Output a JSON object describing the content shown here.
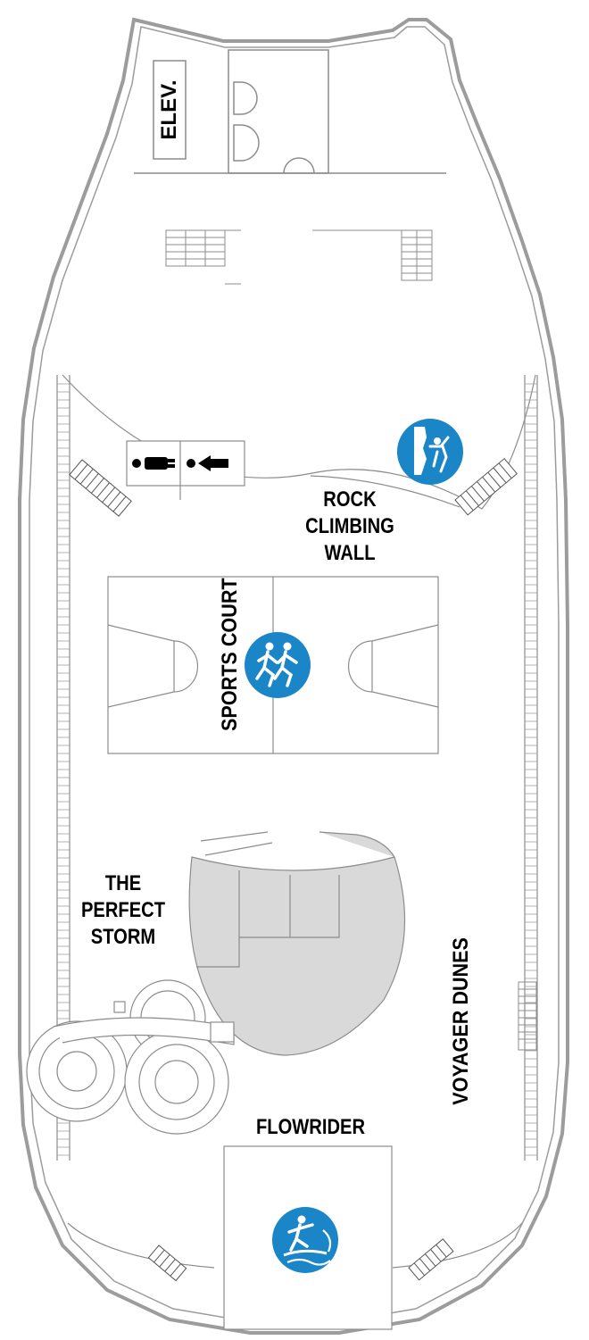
{
  "venues": {
    "elevator": {
      "label": "ELEV."
    },
    "rock_climbing_wall": {
      "lines": [
        "ROCK",
        "CLIMBING",
        "WALL"
      ],
      "icon": "rock-climbing-icon"
    },
    "sports_court": {
      "label": "SPORTS COURT",
      "icon": "running-people-icon"
    },
    "perfect_storm": {
      "lines": [
        "THE",
        "PERFECT",
        "STORM"
      ]
    },
    "voyager_dunes": {
      "label": "VOYAGER DUNES"
    },
    "flowrider": {
      "label": "FLOWRIDER",
      "icon": "surfer-icon"
    },
    "restrooms": {
      "icons": [
        "mens-restroom-icon",
        "womens-restroom-icon"
      ]
    }
  },
  "colors": {
    "hull_outline": "#9a9a9a",
    "line": "#8c8c8c",
    "icon_blue": "#1a86c8",
    "storm_fill": "#d9d9d9"
  }
}
